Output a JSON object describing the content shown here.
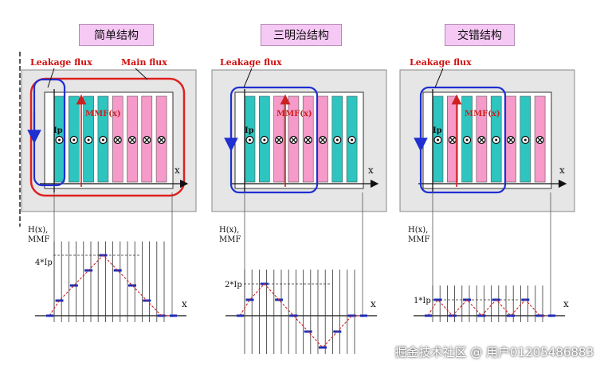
{
  "titles": {
    "left": "简单结构",
    "middle": "三明治结构",
    "right": "交错结构"
  },
  "labels": {
    "leakage_flux": "Leakage flux",
    "main_flux": "Main flux",
    "mmf": "MMF(x)",
    "ip": "Ip",
    "x_axis": "x",
    "h_axis_line1": "H(x),",
    "h_axis_line2": "MMF",
    "level_left": "4*Ip",
    "level_middle": "2*Ip",
    "level_right": "1*Ip"
  },
  "winding_symbols": {
    "left": [
      "dot",
      "dot",
      "dot",
      "dot",
      "cross",
      "cross",
      "cross",
      "cross"
    ],
    "middle": [
      "dot",
      "dot",
      "cross",
      "cross",
      "cross",
      "cross",
      "dot",
      "dot"
    ],
    "right": [
      "dot",
      "cross",
      "dot",
      "cross",
      "dot",
      "cross",
      "dot",
      "cross"
    ]
  },
  "winding_colors": {
    "left": [
      "teal",
      "teal",
      "teal",
      "teal",
      "pink",
      "pink",
      "pink",
      "pink"
    ],
    "middle": [
      "teal",
      "teal",
      "pink",
      "pink",
      "pink",
      "pink",
      "teal",
      "teal"
    ],
    "right": [
      "teal",
      "pink",
      "teal",
      "pink",
      "teal",
      "pink",
      "teal",
      "pink"
    ]
  },
  "mmf_levels": {
    "left": [
      1,
      2,
      3,
      4,
      3,
      2,
      1,
      0
    ],
    "middle": [
      1,
      2,
      1,
      0,
      -1,
      -2,
      -1,
      0
    ],
    "right": [
      1,
      0,
      1,
      0,
      1,
      0,
      1,
      0
    ]
  },
  "colors": {
    "teal": "#2ec4bf",
    "pink": "#f59ac9",
    "leakage": "#1f2fd1",
    "main": "#e02020",
    "mmf_red": "#cc2222",
    "step": "#1f2fb8"
  },
  "watermark": "掘金技术社区 @ 用户01205486883"
}
